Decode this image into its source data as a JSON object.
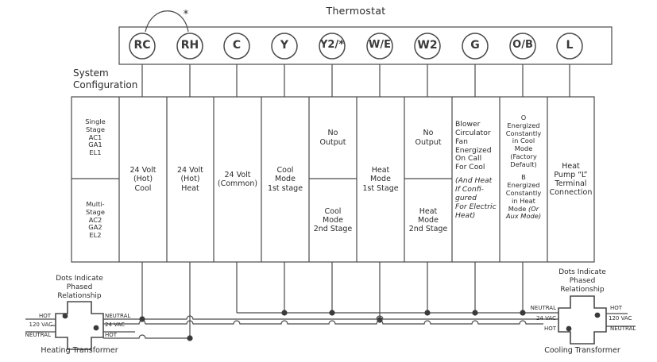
{
  "title": "Thermostat",
  "jumper_mark": "*",
  "terminals": [
    "RC",
    "RH",
    "C",
    "Y",
    "Y2/*",
    "W/E",
    "W2",
    "G",
    "O/B",
    "L"
  ],
  "system_config_label": [
    "System",
    "Configuration"
  ],
  "config": {
    "single": [
      "Single",
      "Stage",
      "AC1",
      "GA1",
      "EL1"
    ],
    "multi": [
      "Multi-",
      "Stage",
      "AC2",
      "GA2",
      "EL2"
    ]
  },
  "descriptions": {
    "rc": [
      "24 Volt",
      "(Hot)",
      "Cool"
    ],
    "rh": [
      "24 Volt",
      "(Hot)",
      "Heat"
    ],
    "c": [
      "24 Volt",
      "(Common)"
    ],
    "y": [
      "Cool",
      "Mode",
      "1st stage"
    ],
    "y2_top": [
      "No",
      "Output"
    ],
    "y2_bottom": [
      "Cool",
      "Mode",
      "2nd Stage"
    ],
    "we": [
      "Heat",
      "Mode",
      "1st Stage"
    ],
    "w2_top": [
      "No",
      "Output"
    ],
    "w2_bottom": [
      "Heat",
      "Mode",
      "2nd Stage"
    ],
    "g_main": [
      "Blower",
      "Circulator",
      "Fan",
      "Energized",
      "On Call",
      "For Cool"
    ],
    "g_note": [
      "(And Heat",
      "If Confi-",
      "gured",
      "For Electric",
      "Heat)"
    ],
    "ob_a": [
      "O",
      "Energized",
      "Constantly",
      "in Cool",
      "Mode",
      "(Factory",
      "Default)"
    ],
    "ob_b": [
      "B",
      "Energized",
      "Constantly",
      "in Heat",
      "Mode (Or",
      "Aux Mode)"
    ],
    "l": [
      "Heat",
      "Pump “L”",
      "Terminal",
      "Connection"
    ]
  },
  "heating_transformer": {
    "note": [
      "Dots Indicate",
      "Phased",
      "Relationship"
    ],
    "caption": "Heating Transformer",
    "left_labels": [
      "HOT",
      "120 VAC",
      "NEUTRAL"
    ],
    "right_labels": [
      "NEUTRAL",
      "24 VAC",
      "HOT"
    ]
  },
  "cooling_transformer": {
    "note": [
      "Dots Indicate",
      "Phased",
      "Relationship"
    ],
    "caption": "Cooling Transformer",
    "left_labels": [
      "NEUTRAL",
      "24 VAC",
      "HOT"
    ],
    "right_labels": [
      "HOT",
      "120 VAC",
      "NEUTRAL"
    ]
  }
}
